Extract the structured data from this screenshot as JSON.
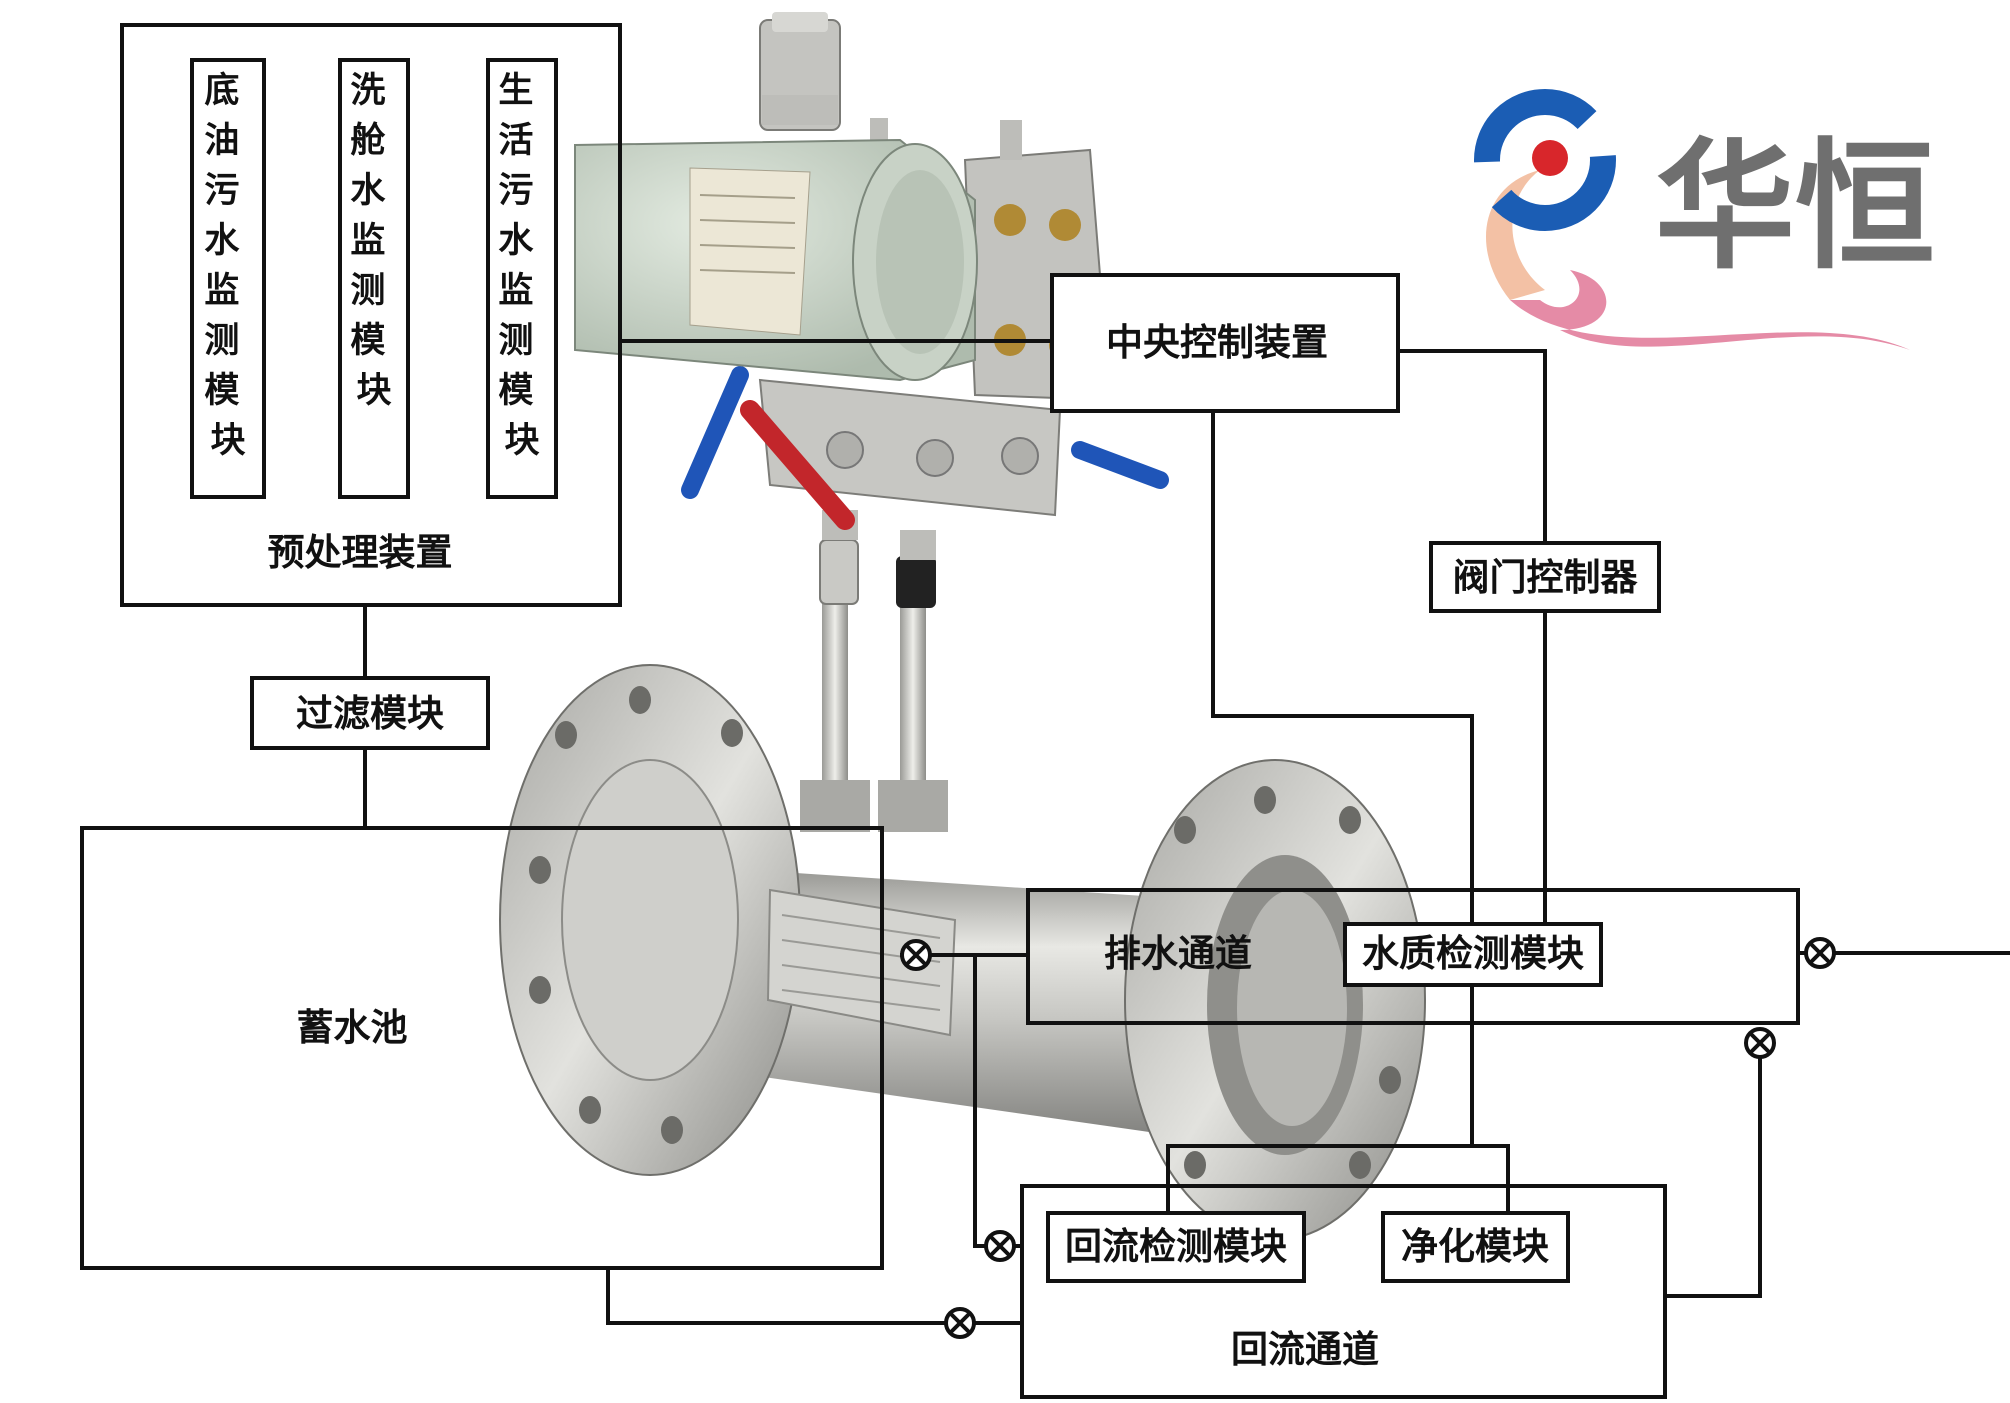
{
  "modules": {
    "m1": [
      "底",
      "油",
      "污",
      "水",
      "监",
      "测",
      "模",
      "块"
    ],
    "m2": [
      "洗",
      "舱",
      "水",
      "监",
      "测",
      "模",
      "块"
    ],
    "m3": [
      "生",
      "活",
      "污",
      "水",
      "监",
      "测",
      "模",
      "块"
    ]
  },
  "labels": {
    "pretreatment": "预处理装置",
    "filter": "过滤模块",
    "reservoir": "蓄水池",
    "central": "中央控制装置",
    "valve_ctrl": "阀门控制器",
    "drain": "排水通道",
    "water_quality": "水质检测模块",
    "return_detect": "回流检测模块",
    "purify": "净化模块",
    "return_channel": "回流通道"
  },
  "logo": {
    "text": "华恒"
  },
  "colors": {
    "line": "#111111",
    "steel": "#b9b9b5",
    "head": "#cfd9cd",
    "logo_blue": "#1b5db4",
    "logo_red": "#d8262b",
    "logo_pink": "#e58ba6",
    "logo_peach": "#f3c1a5",
    "logo_gray": "#6f6f6f",
    "valve_red": "#c2262b",
    "valve_blue": "#1f55b8"
  },
  "icons": [
    "valve-symbol-icon",
    "logo-swirl-icon"
  ]
}
